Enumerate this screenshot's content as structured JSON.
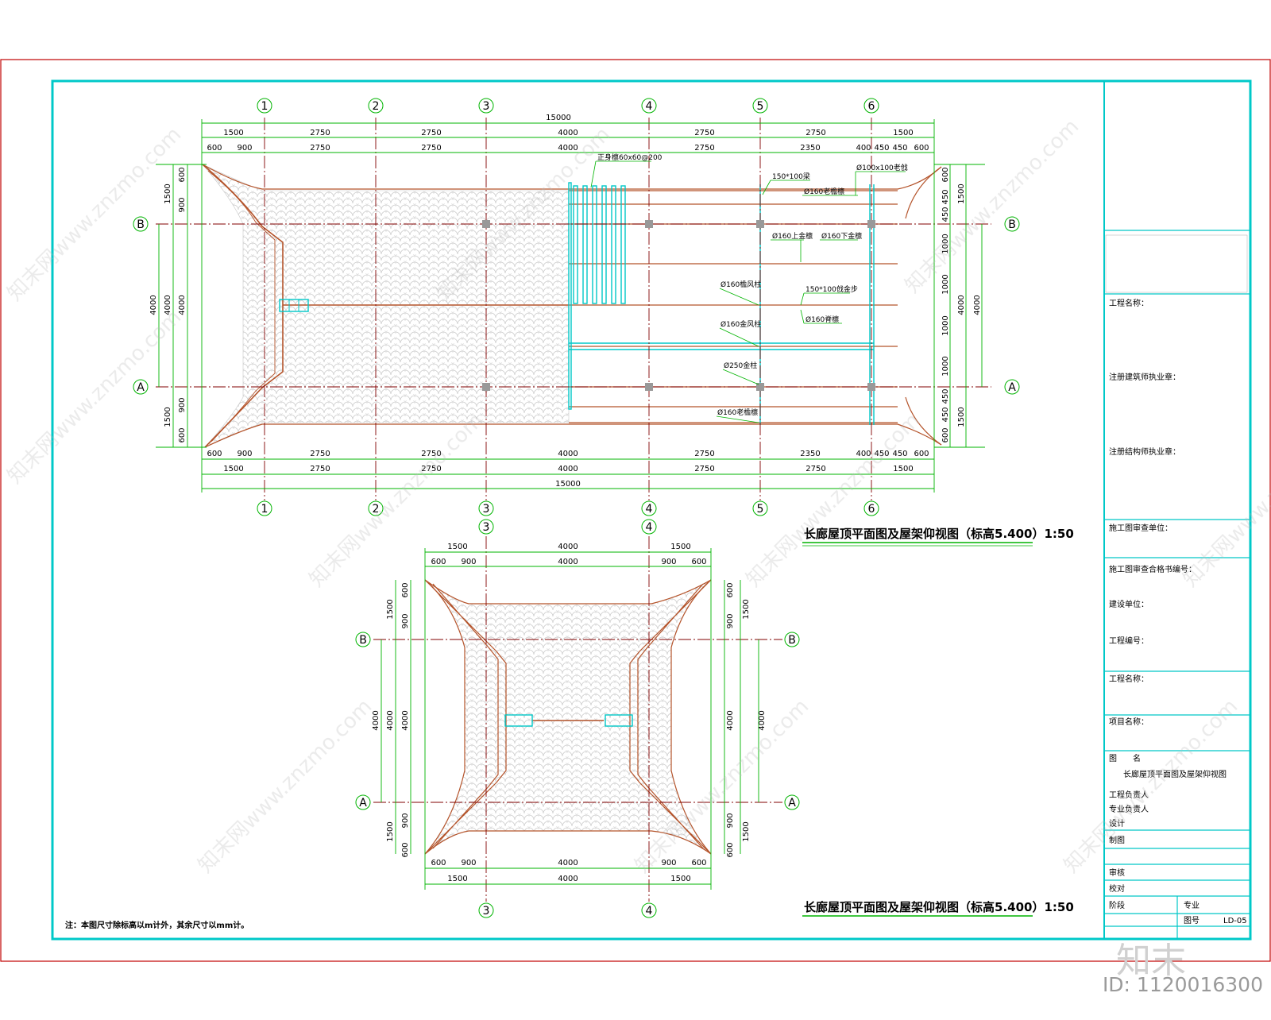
{
  "plan1": {
    "axis_cols": [
      "1",
      "2",
      "3",
      "4",
      "5",
      "6"
    ],
    "axis_rows": [
      "B",
      "A"
    ],
    "top_total": "15000",
    "top_row1": [
      "1500",
      "2750",
      "2750",
      "4000",
      "2750",
      "2750",
      "1500"
    ],
    "top_row2": [
      "600",
      "900",
      "2750",
      "2750",
      "4000",
      "2750",
      "2350",
      "400",
      "450",
      "450",
      "600"
    ],
    "bottom_row1": [
      "600",
      "900",
      "2750",
      "2750",
      "4000",
      "2750",
      "2350",
      "400",
      "450",
      "450",
      "600"
    ],
    "bottom_row2": [
      "1500",
      "2750",
      "2750",
      "4000",
      "2750",
      "2750",
      "1500"
    ],
    "bottom_total": "15000",
    "left_dims": [
      "1500",
      "600",
      "900",
      "4000",
      "4000",
      "4000",
      "1500",
      "900",
      "600"
    ],
    "right_dims": [
      "600",
      "450",
      "450",
      "1000",
      "1000",
      "1000",
      "1000",
      "450",
      "450",
      "600",
      "1500",
      "4000",
      "4000",
      "1500"
    ],
    "annotations": [
      "正身檩60x60@200",
      "150*100梁",
      "Ø100x100老戗",
      "Ø160老檐檩",
      "Ø160上金檩",
      "Ø160下金檩",
      "150*100戗金步",
      "Ø160脊檩",
      "Ø160檐风柱",
      "Ø160金风柱",
      "Ø250金柱",
      "Ø160老檐檩"
    ],
    "title": "长廊屋顶平面图及屋架仰视图（标高5.400）1:50"
  },
  "plan2": {
    "axis_cols": [
      "3",
      "4"
    ],
    "axis_rows": [
      "B",
      "A"
    ],
    "top_row1": [
      "1500",
      "4000",
      "1500"
    ],
    "top_row2": [
      "600",
      "900",
      "4000",
      "900",
      "600"
    ],
    "bottom_row1": [
      "600",
      "900",
      "4000",
      "900",
      "600"
    ],
    "bottom_row2": [
      "1500",
      "4000",
      "1500"
    ],
    "left_dims": [
      "1500",
      "600",
      "900",
      "4000",
      "4000",
      "4000",
      "1500",
      "900",
      "600"
    ],
    "right_dims": [
      "600",
      "900",
      "1500",
      "4000",
      "4000",
      "900",
      "600",
      "1500"
    ],
    "title": "长廊屋顶平面图及屋架仰视图（标高5.400）1:50"
  },
  "note": "注：本图尺寸除标高以m计外，其余尺寸以mm计。",
  "title_block": {
    "fields": [
      "工程名称：",
      "注册建筑师执业章：",
      "注册结构师执业章：",
      "施工图审查单位：",
      "施工图审查合格书编号：",
      "建设单位：",
      "工程编号：",
      "工程名称：",
      "项目名称："
    ],
    "drawing_name_label": "图　　名",
    "drawing_name": "长廊屋顶平面图及屋架仰视图",
    "roles": [
      "工程负责人",
      "专业负责人",
      "设计",
      "制图",
      "审核",
      "校对"
    ],
    "bottom_labels": [
      "阶段",
      "专业",
      "图号"
    ],
    "sheet_no": "LD-05"
  },
  "watermark": {
    "text": "知末网www.znzmo.com",
    "brand": "知末",
    "id": "ID: 1120016300"
  },
  "colors": {
    "frame": "#00c8c8",
    "border": "#c00000",
    "dim_green": "#00b400",
    "roof": "#b4532a",
    "axis_red": "#800000",
    "tile": "#c9c9c9"
  }
}
